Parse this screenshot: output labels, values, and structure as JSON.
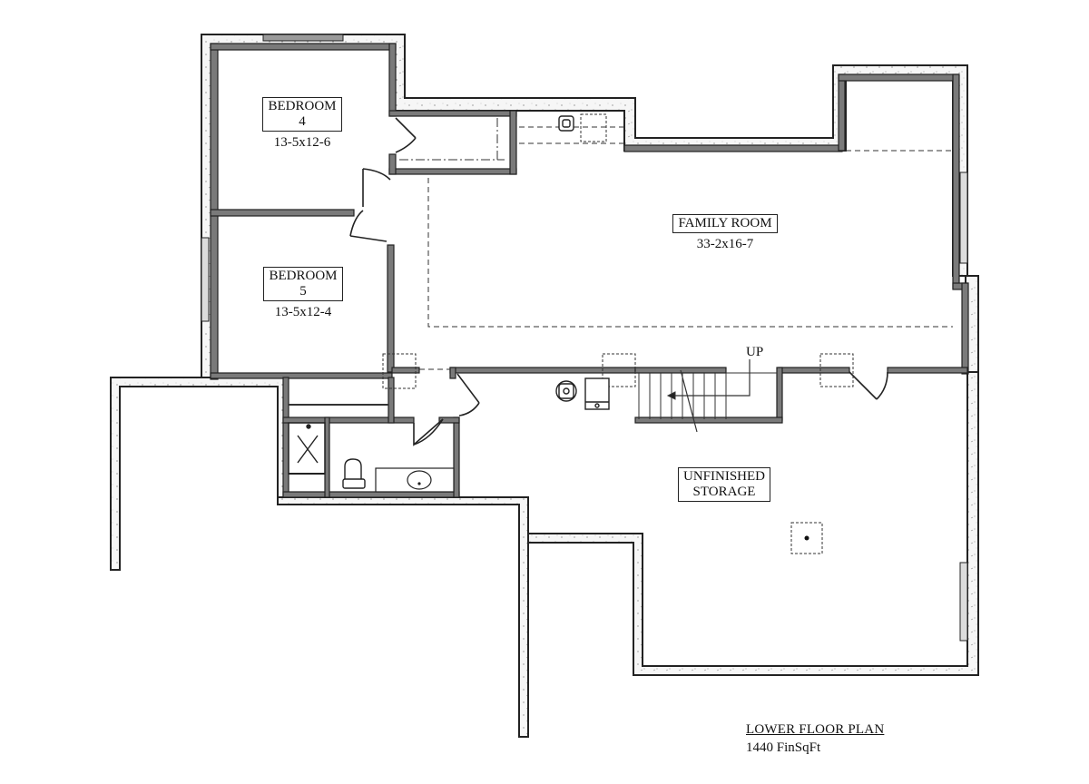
{
  "plan": {
    "title": "LOWER FLOOR PLAN",
    "subtitle": "1440 FinSqFt"
  },
  "rooms": [
    {
      "id": "bedroom-4",
      "name_line1": "BEDROOM",
      "name_line2": "4",
      "dimensions": "13-5x12-6"
    },
    {
      "id": "bedroom-5",
      "name_line1": "BEDROOM",
      "name_line2": "5",
      "dimensions": "13-5x12-4"
    },
    {
      "id": "family-room",
      "name_line1": "FAMILY ROOM",
      "dimensions": "33-2x16-7"
    },
    {
      "id": "unfinished-storage",
      "name_line1": "UNFINISHED",
      "name_line2": "STORAGE"
    }
  ],
  "annotations": {
    "stairs_direction": "UP"
  },
  "colors": {
    "wall_fill": "#7a7a7a",
    "wall_outline": "#222222",
    "foundation_fill": "#f4f4f4",
    "line": "#222222"
  }
}
